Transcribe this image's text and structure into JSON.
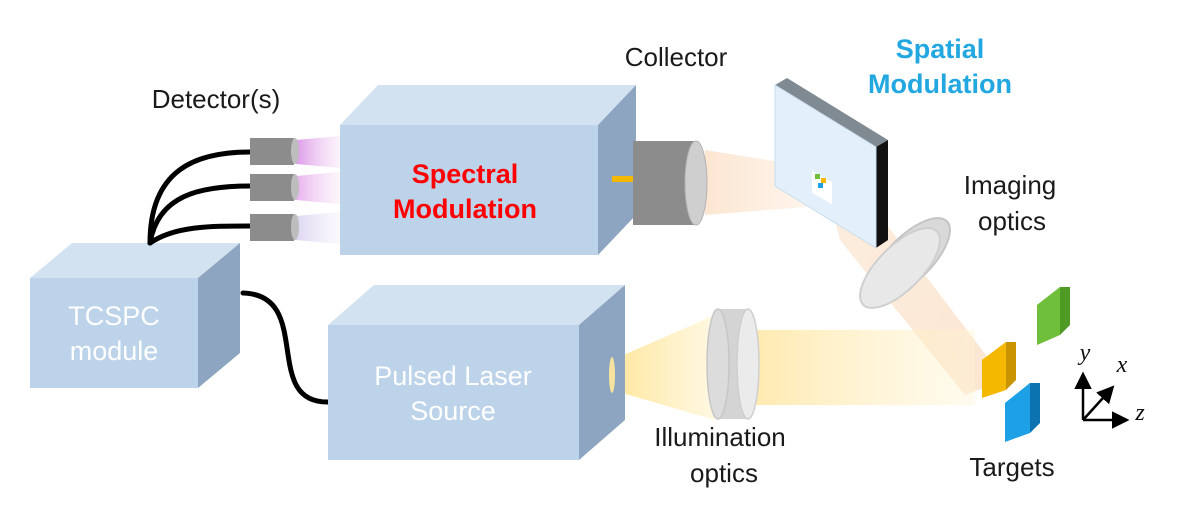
{
  "labels": {
    "detectors": "Detector(s)",
    "collector": "Collector",
    "spectral_line1": "Spectral",
    "spectral_line2": "Modulation",
    "spatial_line1": "Spatial",
    "spatial_line2": "Modulation",
    "imaging_line1": "Imaging",
    "imaging_line2": "optics",
    "tcspc_line1": "TCSPC",
    "tcspc_line2": "module",
    "laser_line1": "Pulsed Laser",
    "laser_line2": "Source",
    "illum_line1": "Illumination",
    "illum_line2": "optics",
    "targets": "Targets"
  },
  "axes": {
    "x": "x",
    "y": "y",
    "z": "z"
  },
  "colors": {
    "box_front": "#bcd3ea",
    "box_top": "#d3e2f1",
    "box_side": "#8da5c0",
    "spectral_text": "#ff0000",
    "spatial_text": "#22a7e0",
    "target_green": "#6fbf3a",
    "target_yellow": "#f5b800",
    "target_blue": "#1ea0e6",
    "laser_beam": "#ffe79a"
  }
}
